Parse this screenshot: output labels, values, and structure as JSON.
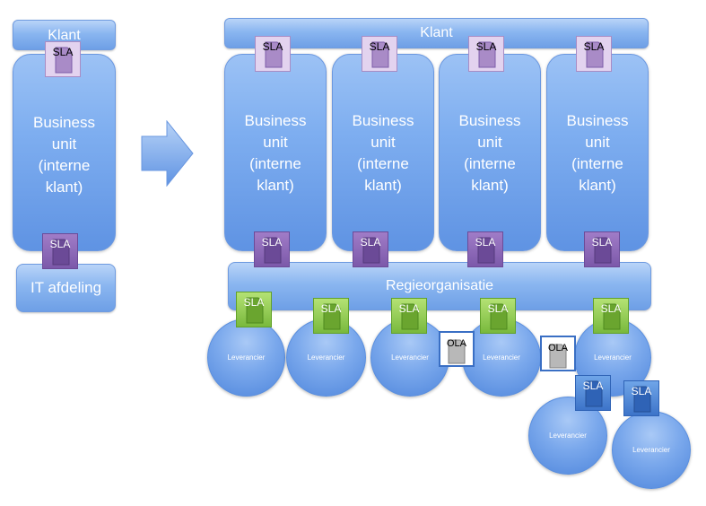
{
  "left": {
    "klant": "Klant",
    "business_unit": [
      "Business",
      "unit",
      "(interne",
      "klant)"
    ],
    "it_afdeling": "IT afdeling",
    "sla_top": "SLA",
    "sla_bottom": "SLA"
  },
  "right": {
    "klant": "Klant",
    "regie": "Regieorganisatie",
    "business_units": [
      {
        "lines": [
          "Business",
          "unit",
          "(interne",
          "klant)"
        ],
        "sla_top": "SLA",
        "sla_bottom": "SLA"
      },
      {
        "lines": [
          "Business",
          "unit",
          "(interne",
          "klant)"
        ],
        "sla_top": "SLA",
        "sla_bottom": "SLA"
      },
      {
        "lines": [
          "Business",
          "unit",
          "(interne",
          "klant)"
        ],
        "sla_top": "SLA",
        "sla_bottom": "SLA"
      },
      {
        "lines": [
          "Business",
          "unit",
          "(interne",
          "klant)"
        ],
        "sla_top": "SLA",
        "sla_bottom": "SLA"
      }
    ],
    "suppliers": [
      {
        "label": "Leverancier",
        "sla": "SLA"
      },
      {
        "label": "Leverancier",
        "sla": "SLA"
      },
      {
        "label": "Leverancier",
        "sla": "SLA"
      },
      {
        "label": "Leverancier",
        "sla": "SLA"
      },
      {
        "label": "Leverancier",
        "sla": "SLA"
      },
      {
        "label": "Leverancier",
        "sla": "SLA"
      },
      {
        "label": "Leverancier",
        "sla": "SLA"
      }
    ],
    "ola": [
      "OLA",
      "OLA"
    ]
  },
  "colors": {
    "box_blue": "#7eaef0",
    "sla_lavender": "#e3d3ef",
    "sla_purple": "#8a66b6",
    "sla_green": "#8cc84b",
    "sla_blue": "#4a80d0",
    "ola_border": "#3a6fc4"
  },
  "icons": {
    "sla": "document-icon",
    "ola": "document-icon",
    "arrow": "right-arrow-icon"
  }
}
